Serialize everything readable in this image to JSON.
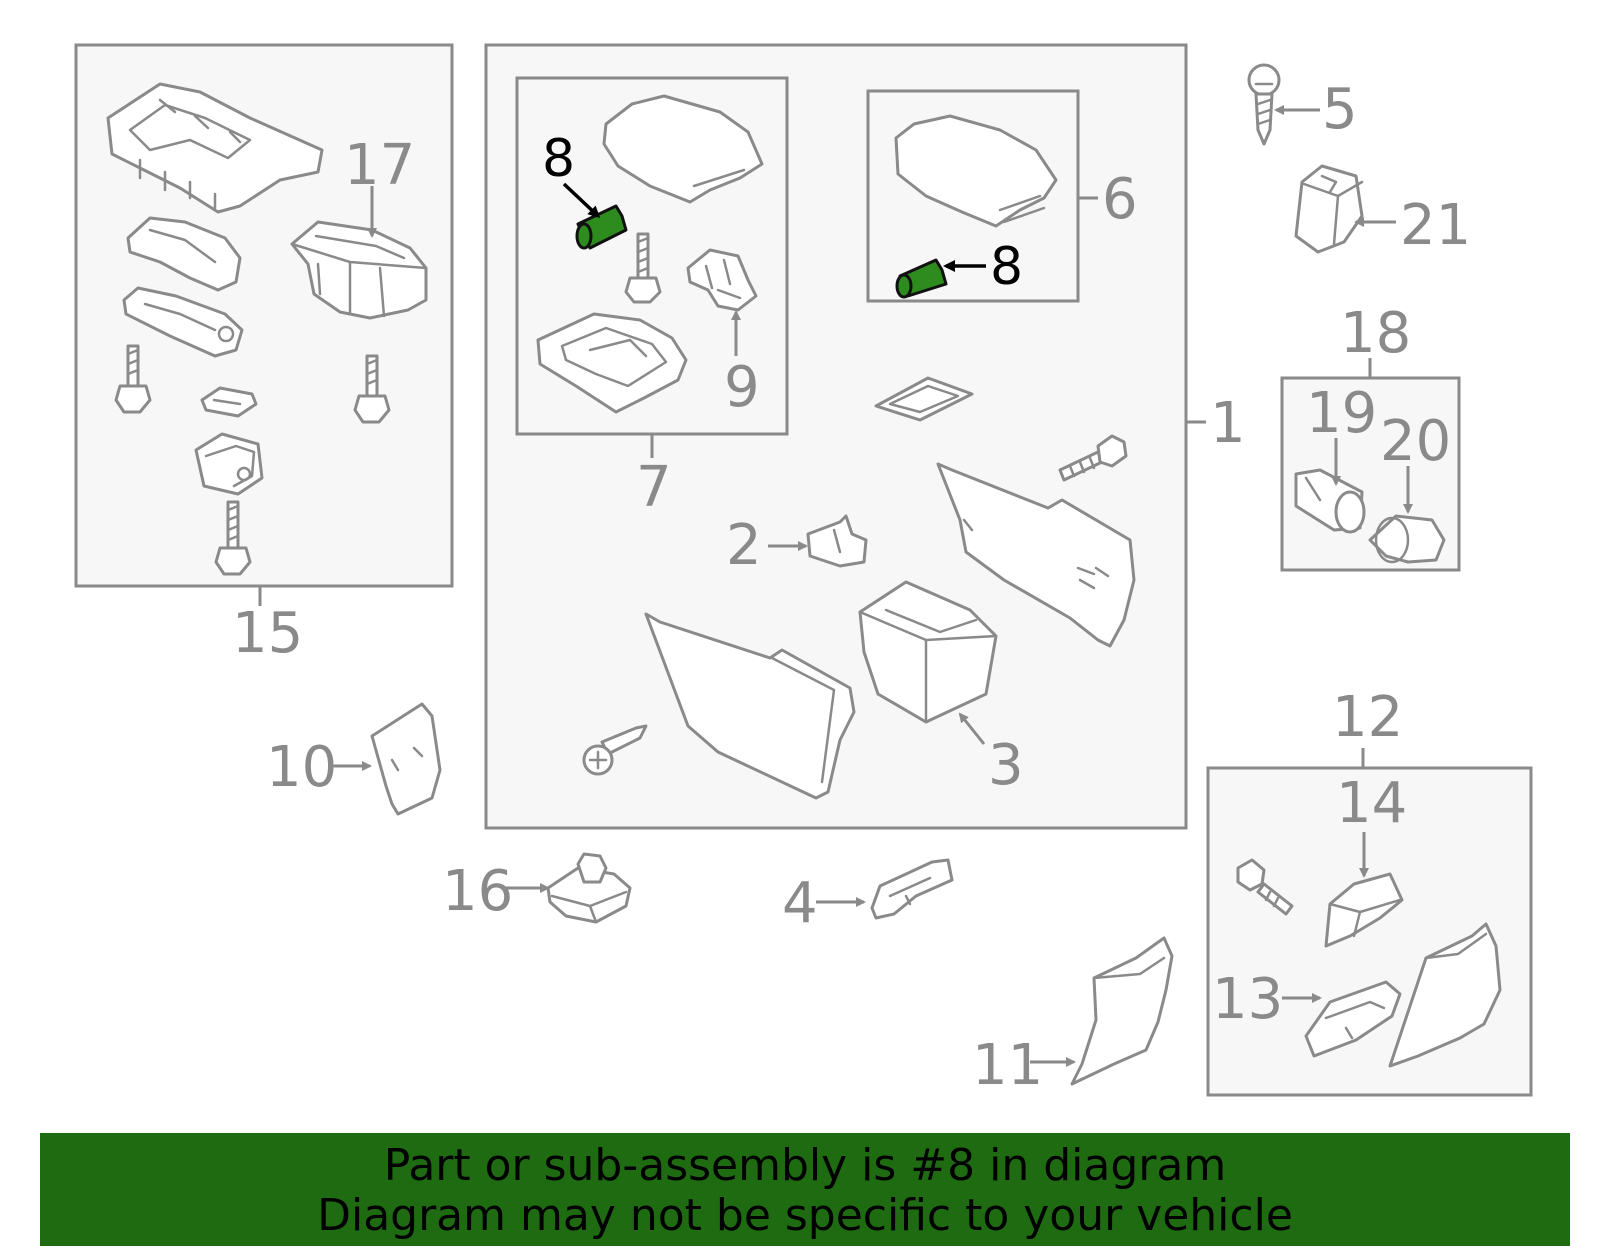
{
  "diagram": {
    "callouts": [
      "1",
      "2",
      "3",
      "4",
      "5",
      "6",
      "7",
      "8",
      "8",
      "9",
      "10",
      "11",
      "12",
      "13",
      "14",
      "15",
      "16",
      "17",
      "18",
      "19",
      "20",
      "21"
    ],
    "highlighted_part": "8",
    "highlight_color": "#2e8b1e",
    "line_color": "#8a8a8a"
  },
  "banner": {
    "line1": "Part or sub-assembly is #8 in diagram",
    "line2": "Diagram may not be specific to your vehicle",
    "background": "#1f6b12"
  }
}
